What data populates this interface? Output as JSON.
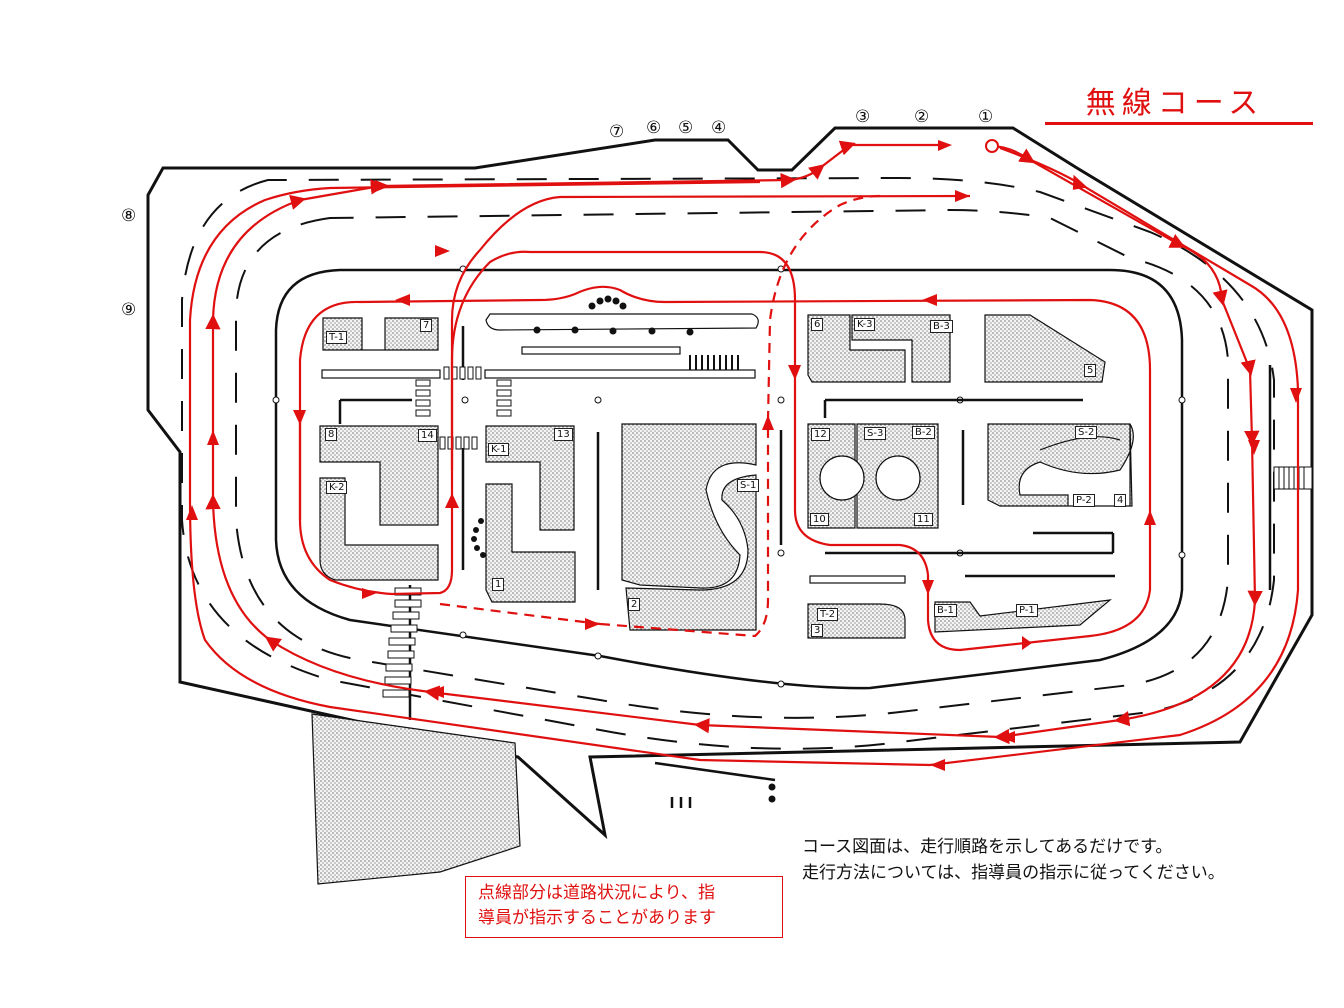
{
  "title": "無線コース",
  "checkpoints": [
    "①",
    "②",
    "③",
    "④",
    "⑤",
    "⑥",
    "⑦",
    "⑧",
    "⑨"
  ],
  "areas": {
    "T1": "T-1",
    "a7": "7",
    "a8": "8",
    "a14": "14",
    "K1": "K-1",
    "a13": "13",
    "K2": "K-2",
    "a1": "1",
    "a2": "2",
    "S1": "S-1",
    "a6": "6",
    "K3": "K-3",
    "B3": "B-3",
    "a5": "5",
    "a12": "12",
    "S3": "S-3",
    "B2": "B-2",
    "S2": "S-2",
    "a10": "10",
    "a11": "11",
    "P2": "P-2",
    "a4": "4",
    "T2": "T-2",
    "a3": "3",
    "B1": "B-1",
    "P1": "P-1"
  },
  "notes": {
    "line1": "コース図面は、走行順路を示してあるだけです。",
    "line2": "走行方法については、指導員の指示に従ってください。"
  },
  "dashed_note": {
    "line1": "点線部分は道路状況により、指",
    "line2": "導員が指示することがあります"
  },
  "colors": {
    "route": "#e01010",
    "road": "#111111",
    "block_fill": "#d8d8d8"
  }
}
